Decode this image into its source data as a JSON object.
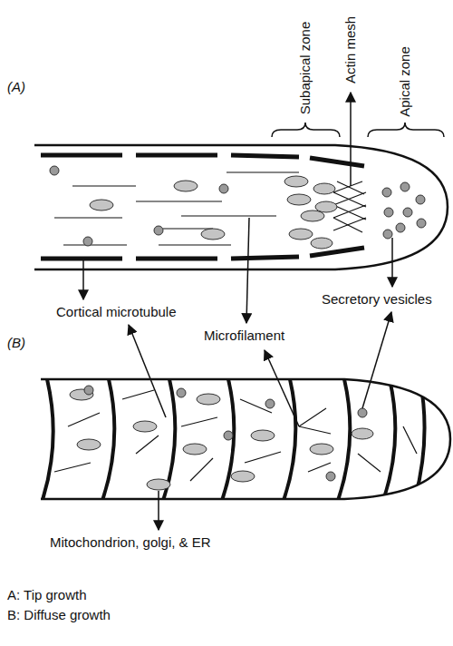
{
  "diagram": {
    "labels": [
      "(A)",
      "Subapical zone",
      "Actin mesh",
      "Apical zone",
      "Secretory vesicles",
      "Cortical microtubule",
      "Microfilament",
      "(B)",
      "Mitochondrion, golgi, & ER",
      "A: Tip growth",
      "B: Diffuse growth"
    ]
  }
}
